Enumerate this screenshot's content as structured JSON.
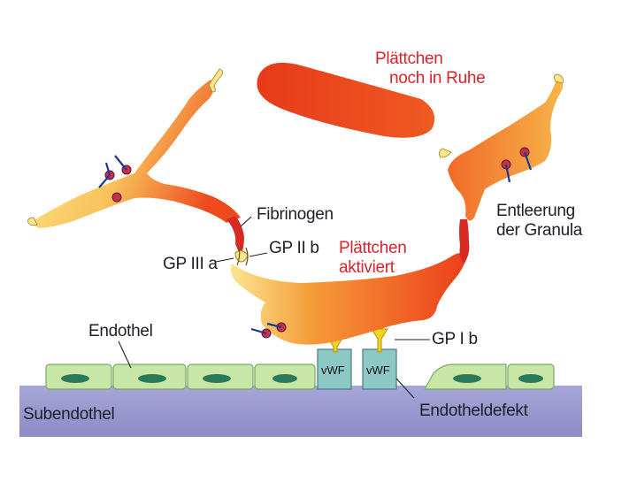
{
  "labels": {
    "resting_line1": "Plättchen",
    "resting_line2": "noch in Ruhe",
    "fibrinogen": "Fibrinogen",
    "gp2b": "GP II b",
    "gp3a": "GP III a",
    "activated_line1": "Plättchen",
    "activated_line2": "aktiviert",
    "granula_line1": "Entleerung",
    "granula_line2": "der Granula",
    "endothel": "Endothel",
    "gp1b": "GP I b",
    "vwf_left": "vWF",
    "vwf_right": "vWF",
    "subendothel": "Subendothel",
    "defect": "Endotheldefekt"
  },
  "colors": {
    "platelet_light": "#fbe78a",
    "platelet_mid": "#f7a63a",
    "platelet_dark": "#ee4a1e",
    "resting": "#e8411c",
    "endothel_cell": "#c8e6a6",
    "endothel_nucleus": "#2a7a5a",
    "subendothel": "#9a9ad0",
    "vwf": "#8cc8c4",
    "receptor": "#f4d21e",
    "red_label": "#d8242a"
  }
}
